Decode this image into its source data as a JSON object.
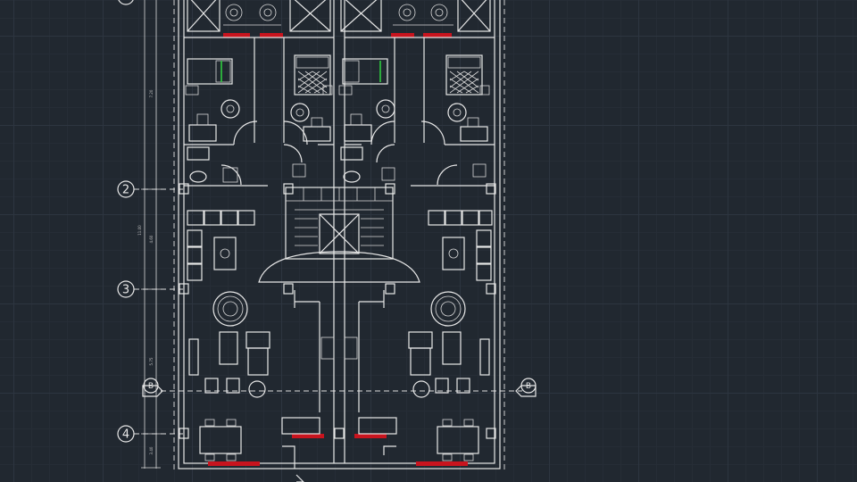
{
  "gridMarkers": [
    "2",
    "3",
    "4"
  ],
  "sectionMarkers": [
    "B",
    "B"
  ],
  "dimensions": [
    "7.20",
    "4.60",
    "11.00",
    "5.75",
    "3.40"
  ],
  "colors": {
    "background": "#212830",
    "lines": "#e8e8e8",
    "windows": "#c8141e",
    "accent": "#2ecc40"
  }
}
